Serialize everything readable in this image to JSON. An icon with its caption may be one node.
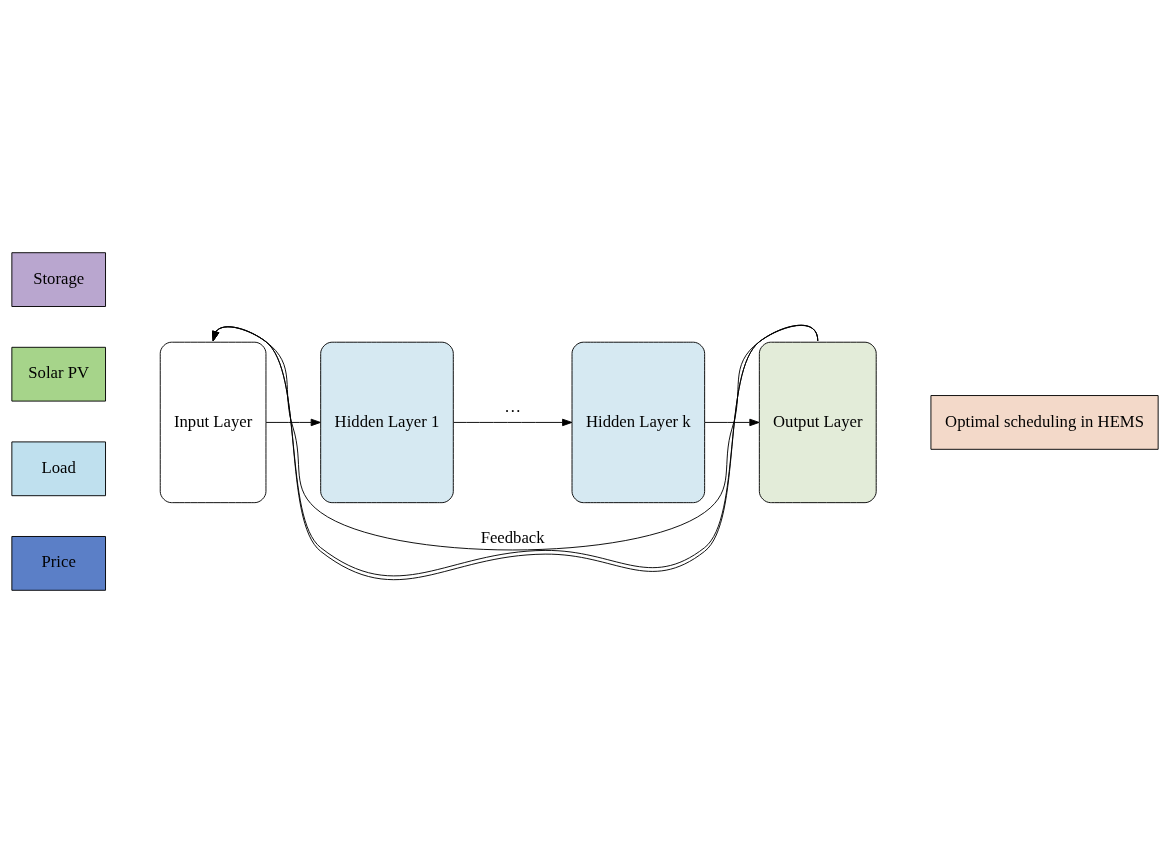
{
  "diagram": {
    "nodes": [
      {
        "text": [
          "Storage"
        ]
      },
      {
        "text": [
          "Solar PV"
        ]
      },
      {
        "text": [
          "Load"
        ]
      },
      {
        "text": [
          "Price"
        ]
      },
      {
        "text": [
          "Input Layer"
        ]
      },
      {
        "text": [
          "Hidden Layer 1"
        ]
      },
      {
        "text": [
          "Hidden Layer k"
        ]
      },
      {
        "text": [
          "Output Layer"
        ]
      },
      {
        "text": [
          "Optimal scheduling in HEMS"
        ]
      }
    ],
    "edges": [
      {
        "from": 4,
        "to": 5,
        "arrow": "to"
      },
      {
        "from": 5,
        "to": 6,
        "arrow": "to",
        "label": "···"
      },
      {
        "from": 6,
        "to": 7,
        "arrow": "to"
      },
      {
        "from": 7,
        "to": 4,
        "arrow": "to",
        "label": "Feedback"
      },
      {
        "from": 7,
        "to": 4,
        "arrow": "to"
      },
      {
        "from": 7,
        "to": 4,
        "arrow": "to"
      }
    ]
  }
}
